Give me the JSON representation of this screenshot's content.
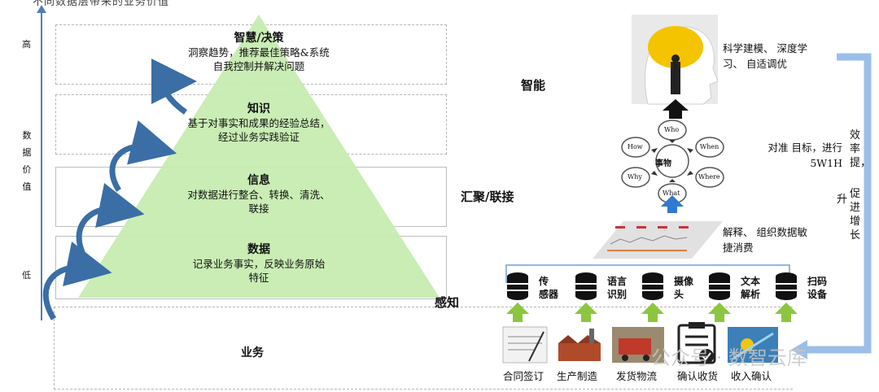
{
  "header": {
    "cut_title": "不同数据层带来的业务价值"
  },
  "value_axis": {
    "high": "高",
    "label": "数据价值",
    "low": "低"
  },
  "pyramid": {
    "tiers": [
      {
        "title": "智慧/决策",
        "desc_lines": [
          "洞察趋势，推荐最佳策略&系统",
          "自我控制并解决问题"
        ]
      },
      {
        "title": "知识",
        "desc_lines": [
          "基于对事实和成果的经验总结，",
          "经过业务实践验证"
        ]
      },
      {
        "title": "信息",
        "desc_lines": [
          "对数据进行整合、转换、清洗、",
          "联接"
        ]
      },
      {
        "title": "数据",
        "desc_lines": [
          "记录业务事实，反映业务原始",
          "特征"
        ]
      }
    ],
    "base_label": "业务"
  },
  "stages": {
    "intelligence": "智能",
    "aggregation": "汇聚/联接",
    "perception": "感知"
  },
  "right_side": {
    "modeling_lines": [
      "科学建模、 深度学",
      "习、 自适调优"
    ],
    "target_lines": [
      "对准 目标，进行",
      "5W1H"
    ],
    "parse_lines": [
      "解释、 组织数据敏",
      "捷消费"
    ],
    "efficiency_col1": "效率提，",
    "efficiency_col2": "升",
    "efficiency_col3": "促进增长"
  },
  "wheel": {
    "center": "事物",
    "nodes": [
      "Who",
      "When",
      "Where",
      "What",
      "Why",
      "How"
    ]
  },
  "data_sources": [
    {
      "lines": [
        "传",
        "感器"
      ]
    },
    {
      "lines": [
        "语言",
        "识别"
      ]
    },
    {
      "lines": [
        "摄像",
        "头"
      ]
    },
    {
      "lines": [
        "文本",
        "解析"
      ]
    },
    {
      "lines": [
        "扫码",
        "设备"
      ]
    }
  ],
  "business_activities": [
    "合同签订",
    "生产制造",
    "发货物流",
    "确认收货",
    "收入确认"
  ],
  "watermark": "公众号 · 数智云库",
  "colors": {
    "pyramid_green": "#c6ecb0",
    "axis_blue": "#4f7fb8",
    "arrow_green": "#8cc63f",
    "arrow_blue": "#2f7bd3",
    "loop_blue": "#9bbfe8"
  }
}
